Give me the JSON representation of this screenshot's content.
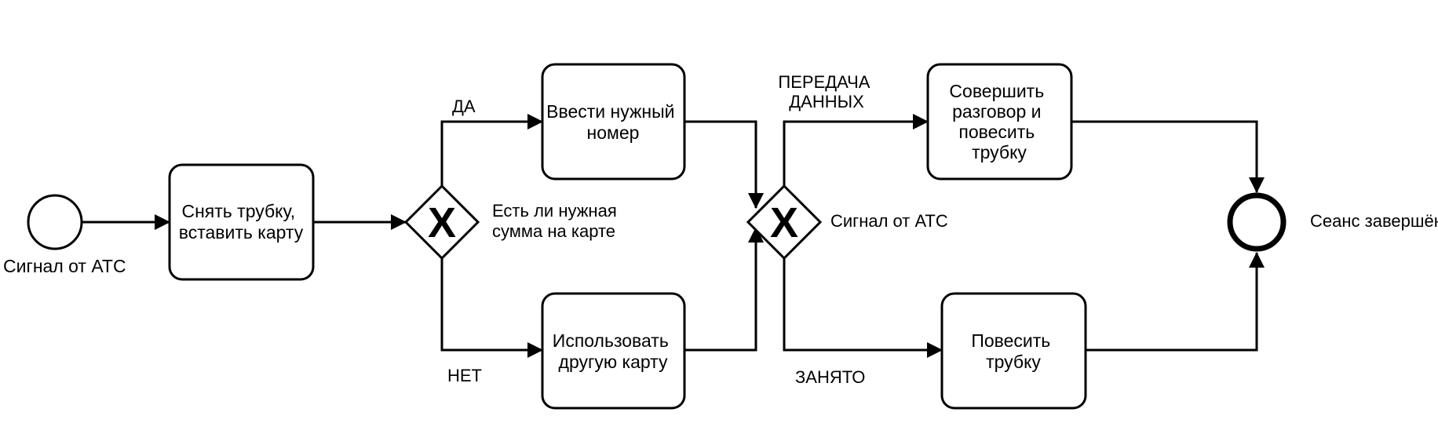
{
  "start_event": {
    "label": "Сигнал от АТС"
  },
  "task_take_receiver": {
    "lines": [
      "Снять трубку,",
      "вставить карту"
    ]
  },
  "gateway_balance": {
    "symbol": "X",
    "lines": [
      "Есть ли нужная",
      "сумма на карте"
    ]
  },
  "flow_yes": {
    "label": "ДА"
  },
  "flow_no": {
    "label": "НЕТ"
  },
  "task_enter_number": {
    "lines": [
      "Ввести нужный",
      "номер"
    ]
  },
  "task_other_card": {
    "lines": [
      "Использовать",
      "другую карту"
    ]
  },
  "gateway_signal": {
    "symbol": "X",
    "label": "Сигнал от АТС"
  },
  "flow_data": {
    "lines": [
      "ПЕРЕДАЧА",
      "ДАННЫХ"
    ]
  },
  "flow_busy": {
    "label": "ЗАНЯТО"
  },
  "task_talk": {
    "lines": [
      "Совершить",
      "разговор и",
      "повесить",
      "трубку"
    ]
  },
  "task_hang_up": {
    "lines": [
      "Повесить",
      "трубку"
    ]
  },
  "end_event": {
    "label": "Сеанс завершён"
  }
}
